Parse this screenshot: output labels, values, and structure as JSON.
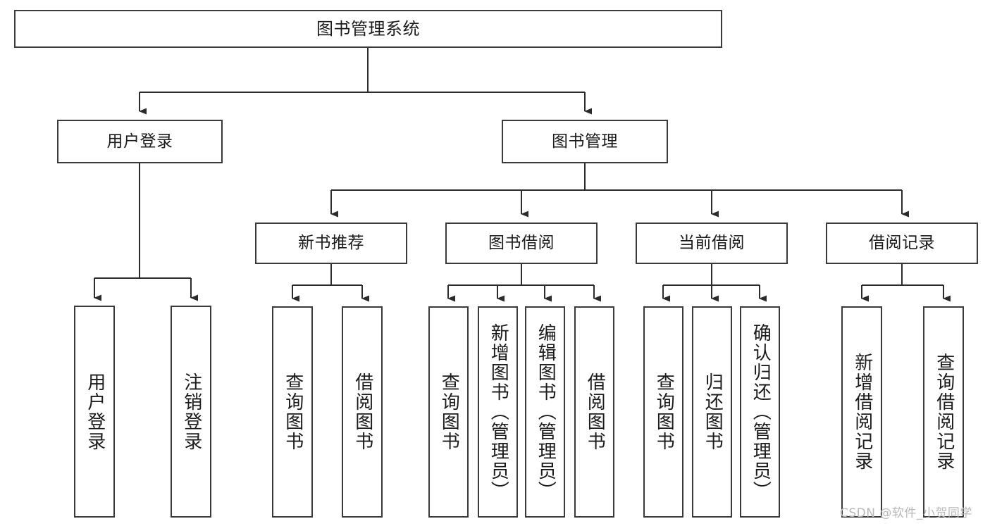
{
  "diagram": {
    "type": "tree",
    "title": "图书管理系统",
    "colors": {
      "box_border": "#3a3a3a",
      "box_fill": "#ffffff",
      "line": "#2b2b2b",
      "text": "#1b1b1b",
      "watermark": "#b9b9b9"
    },
    "root": {
      "label": "图书管理系统"
    },
    "level2": [
      {
        "label": "用户登录"
      },
      {
        "label": "图书管理"
      }
    ],
    "level3": [
      {
        "label": "新书推荐"
      },
      {
        "label": "图书借阅"
      },
      {
        "label": "当前借阅"
      },
      {
        "label": "借阅记录"
      }
    ],
    "leaves": {
      "user_login": [
        {
          "label": "用户登录"
        },
        {
          "label": "注销登录"
        }
      ],
      "new_book_recommend": [
        {
          "label": "查询图书"
        },
        {
          "label": "借阅图书"
        }
      ],
      "book_borrow": [
        {
          "label": "查询图书"
        },
        {
          "label": "新增图书（管理员）"
        },
        {
          "label": "编辑图书（管理员）"
        },
        {
          "label": "借阅图书"
        }
      ],
      "current_borrow": [
        {
          "label": "查询图书"
        },
        {
          "label": "归还图书"
        },
        {
          "label": "确认归还（管理员）"
        }
      ],
      "borrow_record": [
        {
          "label": "新增借阅记录"
        },
        {
          "label": "查询借阅记录"
        }
      ]
    }
  },
  "watermark": {
    "text": "CSDN @软件_小贺同学"
  }
}
